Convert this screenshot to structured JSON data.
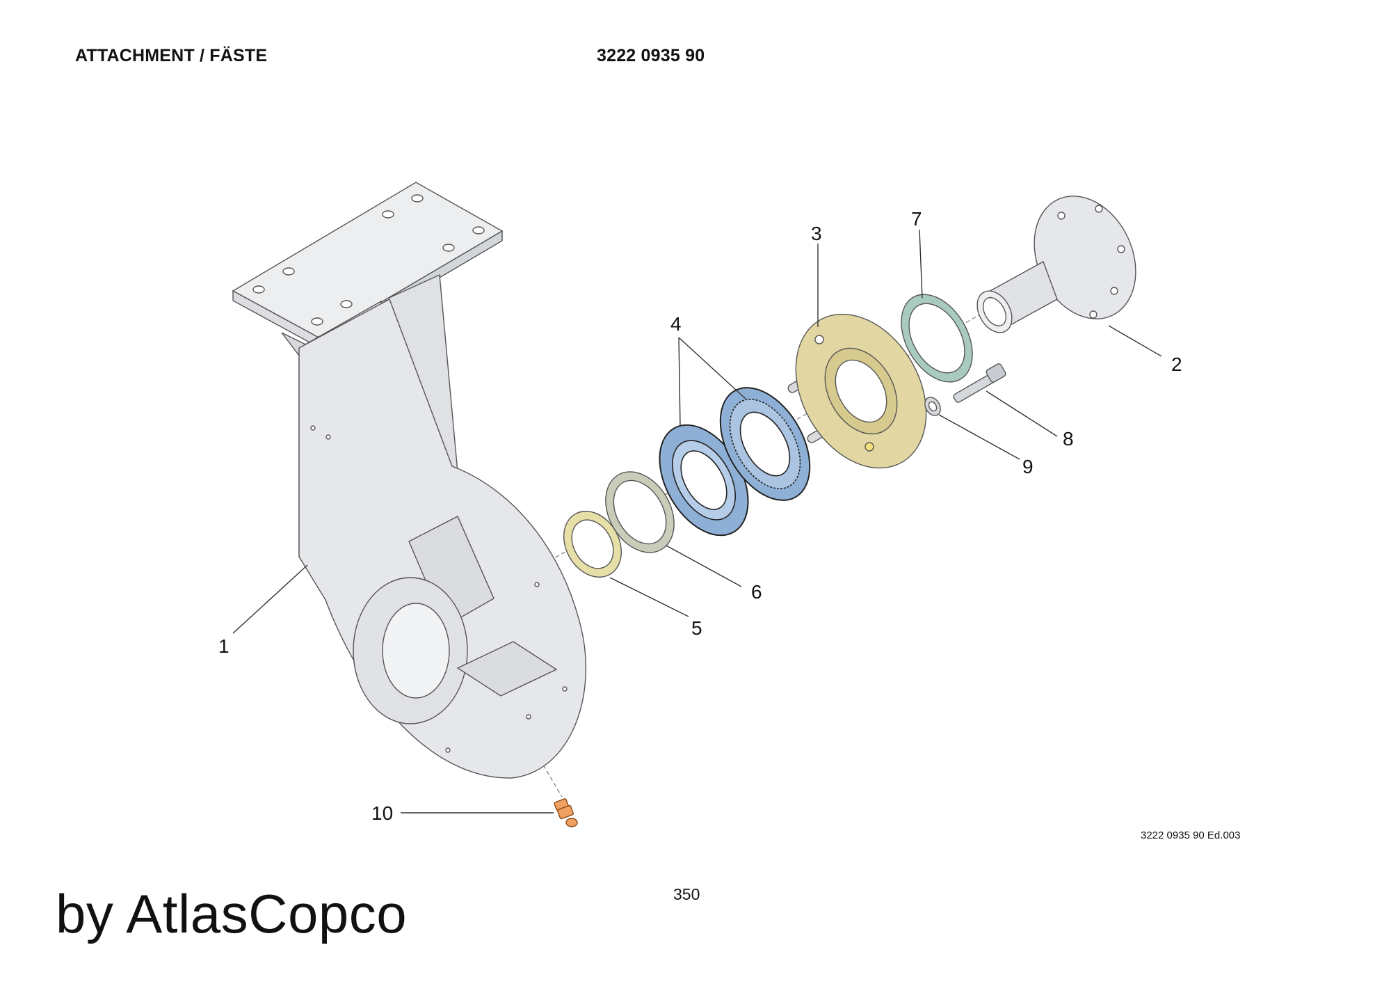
{
  "header": {
    "title": "ATTACHMENT / FÄSTE",
    "part_number": "3222 0935 90"
  },
  "footer": {
    "edition": "3222 0935 90 Ed.003",
    "page_number": "350",
    "brand": "by AtlasCopco"
  },
  "callouts": [
    "1",
    "2",
    "3",
    "4",
    "5",
    "6",
    "7",
    "8",
    "9",
    "10"
  ],
  "colors": {
    "housing": "#e6e7ea",
    "bearing": "#8fb0d6",
    "flange": "#e2d7a2",
    "seal": "#a9cbbf",
    "shim": "#c8ccb8",
    "nut": "#e7dfa8",
    "fitting": "#f0a060",
    "washer": "#d5d8dc"
  }
}
